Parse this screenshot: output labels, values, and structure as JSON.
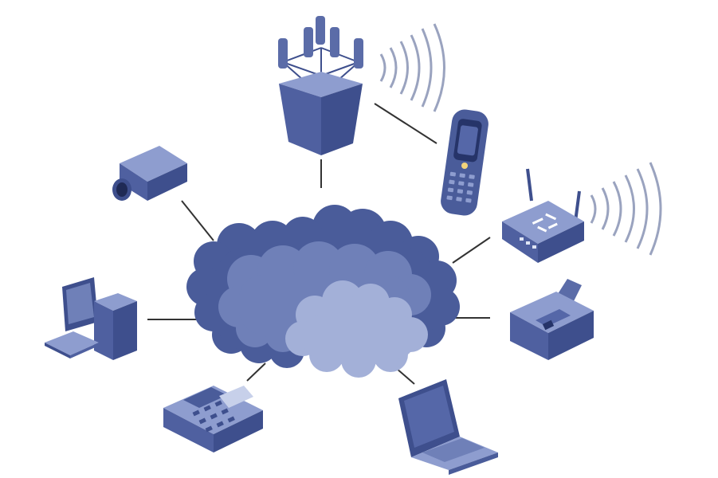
{
  "diagram": {
    "nodes": [
      {
        "id": "network-cloud",
        "icon": "cloud-icon"
      },
      {
        "id": "cell-tower",
        "icon": "antenna-tower-icon"
      },
      {
        "id": "mobile-phone",
        "icon": "mobile-phone-icon"
      },
      {
        "id": "wireless-router",
        "icon": "wifi-router-icon"
      },
      {
        "id": "fax-printer",
        "icon": "fax-machine-icon"
      },
      {
        "id": "laptop",
        "icon": "laptop-icon"
      },
      {
        "id": "desk-phone",
        "icon": "desk-phone-icon"
      },
      {
        "id": "desktop-computer",
        "icon": "desktop-computer-icon"
      },
      {
        "id": "ip-camera",
        "icon": "security-camera-icon"
      }
    ],
    "edges": [
      [
        "network-cloud",
        "cell-tower"
      ],
      [
        "cell-tower",
        "mobile-phone"
      ],
      [
        "network-cloud",
        "wireless-router"
      ],
      [
        "network-cloud",
        "fax-printer"
      ],
      [
        "network-cloud",
        "laptop"
      ],
      [
        "network-cloud",
        "desk-phone"
      ],
      [
        "network-cloud",
        "desktop-computer"
      ],
      [
        "network-cloud",
        "ip-camera"
      ]
    ],
    "signals": [
      {
        "source": "cell-tower",
        "icon": "wireless-signal-icon"
      },
      {
        "source": "wireless-router",
        "icon": "wireless-signal-icon"
      }
    ],
    "colors": {
      "cloud_dark": "#4a5c9a",
      "cloud_mid": "#6f80b8",
      "cloud_light": "#a3b0d8",
      "device_dark": "#3e4f8d",
      "device_mid": "#5b6ca8",
      "device_light": "#8e9dcf",
      "line": "#333333",
      "signal": "#9aa3bf"
    }
  }
}
